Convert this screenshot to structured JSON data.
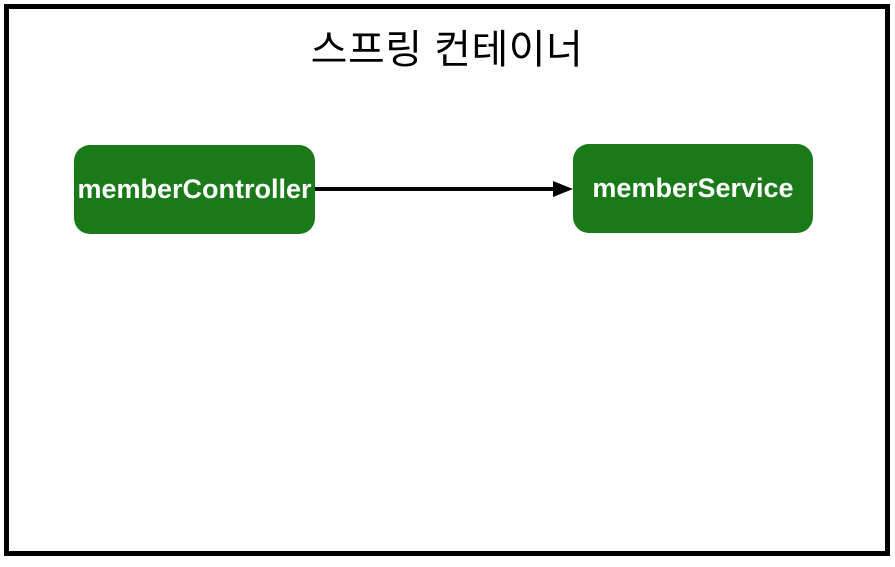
{
  "diagram": {
    "title": "스프링 컨테이너",
    "nodes": [
      {
        "id": "memberController",
        "label": "memberController"
      },
      {
        "id": "memberService",
        "label": "memberService"
      }
    ],
    "edges": [
      {
        "from": "memberController",
        "to": "memberService",
        "style": "solid-arrow",
        "direction": "right"
      }
    ],
    "colors": {
      "background": "#ffffff",
      "frame_border": "#000000",
      "node_fill": "#1a7a1a",
      "node_text": "#ffffff",
      "arrow": "#000000",
      "title_text": "#000000"
    }
  }
}
